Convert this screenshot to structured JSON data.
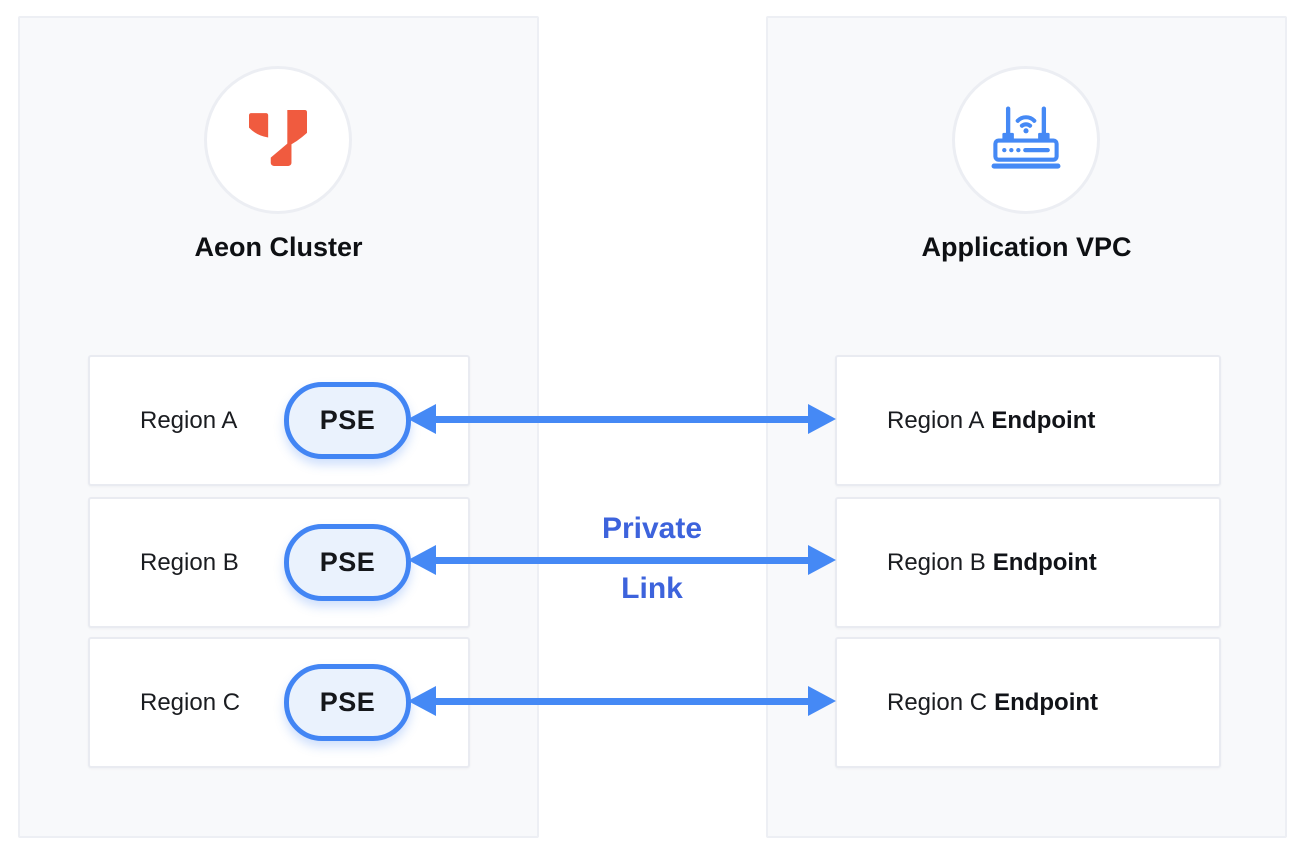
{
  "diagram": {
    "left_panel": {
      "title": "Aeon Cluster",
      "rows": [
        {
          "region": "Region A",
          "badge": "PSE"
        },
        {
          "region": "Region B",
          "badge": "PSE"
        },
        {
          "region": "Region C",
          "badge": "PSE"
        }
      ]
    },
    "right_panel": {
      "title": "Application VPC",
      "rows": [
        {
          "region": "Region A",
          "endpoint": "Endpoint"
        },
        {
          "region": "Region B",
          "endpoint": "Endpoint"
        },
        {
          "region": "Region C",
          "endpoint": "Endpoint"
        }
      ]
    },
    "connector": {
      "label_line1": "Private",
      "label_line2": "Link"
    },
    "icons": {
      "left": "aeon-cluster-logo",
      "right": "wifi-router"
    },
    "colors": {
      "arrow_blue": "#4589F5",
      "pill_border_blue": "#4285F4",
      "pill_fill": "#EAF2FD",
      "link_text_blue": "#3D63DC",
      "logo_orange": "#F05B3F",
      "panel_bg": "#F8F9FB",
      "panel_border": "#EDEFF4",
      "box_border": "#E9EBF1"
    }
  }
}
